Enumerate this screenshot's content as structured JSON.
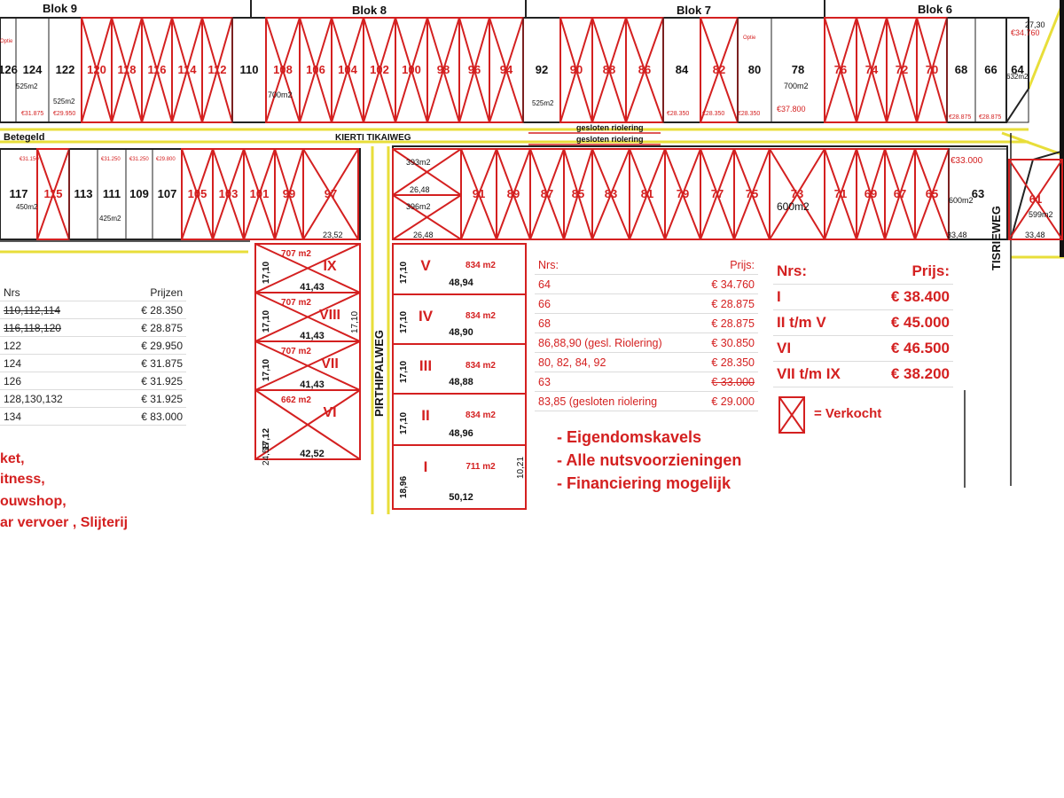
{
  "blocks": [
    "Blok 9",
    "Blok 8",
    "Blok 7",
    "Blok 6"
  ],
  "roads": {
    "kierti": "KIERTI TIKAIWEG",
    "pirthipal": "PIRTHIPALWEG",
    "tisrie": "TISRIEWEG",
    "betegeld": "Betegeld",
    "riool1": "gesloten riolering",
    "riool2": "gesloten riolering"
  },
  "top_lots": [
    {
      "n": "126",
      "sold": false
    },
    {
      "n": "124",
      "sold": false
    },
    {
      "n": "122",
      "sold": false
    },
    {
      "n": "120",
      "sold": true
    },
    {
      "n": "118",
      "sold": true
    },
    {
      "n": "116",
      "sold": true
    },
    {
      "n": "114",
      "sold": true
    },
    {
      "n": "112",
      "sold": true
    },
    {
      "n": "110",
      "sold": false
    },
    {
      "n": "108",
      "sold": true
    },
    {
      "n": "106",
      "sold": true
    },
    {
      "n": "104",
      "sold": true
    },
    {
      "n": "102",
      "sold": true
    },
    {
      "n": "100",
      "sold": true
    },
    {
      "n": "98",
      "sold": true
    },
    {
      "n": "96",
      "sold": true
    },
    {
      "n": "94",
      "sold": true
    },
    {
      "n": "92",
      "sold": false
    },
    {
      "n": "90",
      "sold": true
    },
    {
      "n": "88",
      "sold": true
    },
    {
      "n": "86",
      "sold": true
    },
    {
      "n": "84",
      "sold": false
    },
    {
      "n": "82",
      "sold": true
    },
    {
      "n": "80",
      "sold": false
    },
    {
      "n": "78",
      "sold": false
    },
    {
      "n": "76",
      "sold": true
    },
    {
      "n": "74",
      "sold": true
    },
    {
      "n": "72",
      "sold": true
    },
    {
      "n": "70",
      "sold": true
    },
    {
      "n": "68",
      "sold": false
    },
    {
      "n": "66",
      "sold": false
    },
    {
      "n": "64",
      "sold": false
    }
  ],
  "top_labels": {
    "area525a": "525m2",
    "area525b": "525m2",
    "area525c": "525m2",
    "area700a": "700m2",
    "area700b": "700m2",
    "area632": "632m2",
    "p1": "€31.875",
    "p2": "€29.950",
    "p3": "€28.350",
    "p4": "€28.350",
    "p5": "€28.350",
    "p6": "€37.800",
    "p7": "€28.875",
    "p8": "€28.875",
    "p9": "€34.760",
    "d2730": "27,30",
    "optie1": "Optie",
    "optie2": "Optie"
  },
  "bottom_lots": [
    {
      "n": "117",
      "sold": false
    },
    {
      "n": "115",
      "sold": true
    },
    {
      "n": "113",
      "sold": false
    },
    {
      "n": "111",
      "sold": false
    },
    {
      "n": "109",
      "sold": false
    },
    {
      "n": "107",
      "sold": false
    },
    {
      "n": "105",
      "sold": true
    },
    {
      "n": "103",
      "sold": true
    },
    {
      "n": "101",
      "sold": true
    },
    {
      "n": "99",
      "sold": true
    },
    {
      "n": "97",
      "sold": true
    },
    {
      "n": "91",
      "sold": true
    },
    {
      "n": "89",
      "sold": true
    },
    {
      "n": "87",
      "sold": true
    },
    {
      "n": "85",
      "sold": true
    },
    {
      "n": "83",
      "sold": true
    },
    {
      "n": "81",
      "sold": true
    },
    {
      "n": "79",
      "sold": true
    },
    {
      "n": "77",
      "sold": true
    },
    {
      "n": "75",
      "sold": true
    },
    {
      "n": "73",
      "sold": true
    },
    {
      "n": "71",
      "sold": true
    },
    {
      "n": "69",
      "sold": true
    },
    {
      "n": "67",
      "sold": true
    },
    {
      "n": "65",
      "sold": true
    },
    {
      "n": "63",
      "sold": false
    },
    {
      "n": "61",
      "sold": true
    }
  ],
  "bottom_labels": {
    "a450": "450m2",
    "a425": "425m2",
    "a600": "600m2",
    "a600b": "600m2",
    "a599": "599m2",
    "a393": "393m2",
    "a396": "396m2",
    "d2648a": "26,48",
    "d2648b": "26,48",
    "d2352": "23,52",
    "d3348a": "33,48",
    "d3348b": "33,48",
    "p63": "€33.000",
    "p117": "€31.150",
    "p111": "€31.250",
    "p109": "€31.250",
    "p107": "€29.800"
  },
  "large_lots_left": [
    {
      "roman": "IX",
      "area": "707 m2",
      "w": "41,43",
      "d": "17,10"
    },
    {
      "roman": "VIII",
      "area": "707 m2",
      "w": "41,43",
      "d": "17,10"
    },
    {
      "roman": "VII",
      "area": "707 m2",
      "w": "41,43",
      "d": "17,10"
    },
    {
      "roman": "VI",
      "area": "662 m2",
      "w": "42,52",
      "d": "17,12"
    }
  ],
  "large_lots_right": [
    {
      "roman": "V",
      "area": "834 m2",
      "w": "48,94",
      "d": "17,10"
    },
    {
      "roman": "IV",
      "area": "834 m2",
      "w": "48,90",
      "d": "17,10"
    },
    {
      "roman": "III",
      "area": "834 m2",
      "w": "48,88",
      "d": "17,10"
    },
    {
      "roman": "II",
      "area": "834 m2",
      "w": "48,96",
      "d": "17,10"
    },
    {
      "roman": "I",
      "area": "711 m2",
      "w": "50,12",
      "d": "18,96"
    }
  ],
  "dims": {
    "d2458": "24,58",
    "d1021": "10,21",
    "d1710": "17,10"
  },
  "price_table_left": {
    "headers": [
      "Nrs",
      "Prijzen"
    ],
    "rows": [
      {
        "nrs": "110,112,114",
        "price": "€ 28.350"
      },
      {
        "nrs": "116,118,120",
        "price": "€ 28.875"
      },
      {
        "nrs": "122",
        "price": "€ 29.950"
      },
      {
        "nrs": "124",
        "price": "€ 31.875"
      },
      {
        "nrs": "126",
        "price": "€ 31.925"
      },
      {
        "nrs": "128,130,132",
        "price": "€ 31.925"
      },
      {
        "nrs": "134",
        "price": "€ 83.000"
      }
    ]
  },
  "price_table_mid": {
    "headers": [
      "Nrs:",
      "Prijs:"
    ],
    "rows": [
      {
        "nrs": "64",
        "price": "€ 34.760"
      },
      {
        "nrs": "66",
        "price": "€ 28.875"
      },
      {
        "nrs": "68",
        "price": "€ 28.875"
      },
      {
        "nrs": "86,88,90 (gesl. Riolering)",
        "price": "€ 30.850"
      },
      {
        "nrs": "80, 82, 84, 92",
        "price": "€ 28.350"
      },
      {
        "nrs": "63",
        "price": "€ 33.000"
      },
      {
        "nrs": "83,85 (gesloten riolering",
        "price": "€ 29.000"
      }
    ]
  },
  "price_table_right": {
    "headers": [
      "Nrs:",
      "Prijs:"
    ],
    "rows": [
      {
        "nrs": "I",
        "price": "€ 38.400"
      },
      {
        "nrs": "II t/m V",
        "price": "€ 45.000"
      },
      {
        "nrs": "VI",
        "price": "€ 46.500"
      },
      {
        "nrs": "VII t/m IX",
        "price": "€ 38.200"
      }
    ]
  },
  "legend": {
    "sold": "= Verkocht"
  },
  "bullets": [
    "- Eigendomskavels",
    "- Alle nutsvoorzieningen",
    "- Financiering mogelijk"
  ],
  "amenities": [
    "ket,",
    "itness,",
    "ouwshop,",
    "ar vervoer , Slijterij"
  ]
}
